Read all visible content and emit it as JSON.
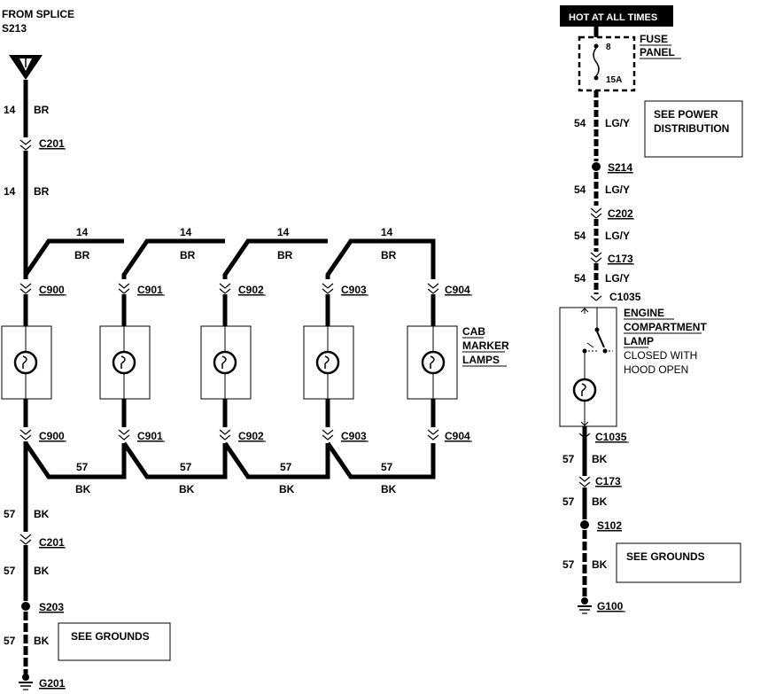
{
  "left_circuit": {
    "from_splice_label": "FROM SPLICE",
    "splice_id": "S213",
    "upper_wire_gauge": "14",
    "upper_wire_color": "BR",
    "upper_connector": "C201",
    "branch_wire_gauge": "14",
    "branch_wire_color": "BR",
    "lamp_connectors": [
      "C900",
      "C901",
      "C902",
      "C903",
      "C904"
    ],
    "lamps_label_line1": "CAB",
    "lamps_label_line2": "MARKER",
    "lamps_label_line3": "LAMPS",
    "ground_wire_gauge": "57",
    "ground_wire_color": "BK",
    "lower_connector": "C201",
    "lower_splice": "S203",
    "see_grounds": "SEE GROUNDS",
    "ground_id": "G201"
  },
  "right_circuit": {
    "hot_label": "HOT AT ALL TIMES",
    "fuse_number": "8",
    "fuse_rating": "15A",
    "fuse_panel_line1": "FUSE",
    "fuse_panel_line2": "PANEL",
    "power_gauge": "54",
    "power_color": "LG/Y",
    "see_power_line1": "SEE POWER",
    "see_power_line2": "DISTRIBUTION",
    "splice_top": "S214",
    "connector_1": "C202",
    "connector_2": "C173",
    "lamp_connector": "C1035",
    "lamp_label_line1": "ENGINE",
    "lamp_label_line2": "COMPARTMENT",
    "lamp_label_line3": "LAMP",
    "switch_note_line1": "CLOSED WITH",
    "switch_note_line2": "HOOD OPEN",
    "ground_gauge": "57",
    "ground_color": "BK",
    "lower_connector_1": "C1035",
    "lower_connector_2": "C173",
    "lower_splice": "S102",
    "see_grounds": "SEE GROUNDS",
    "ground_id": "G100"
  }
}
